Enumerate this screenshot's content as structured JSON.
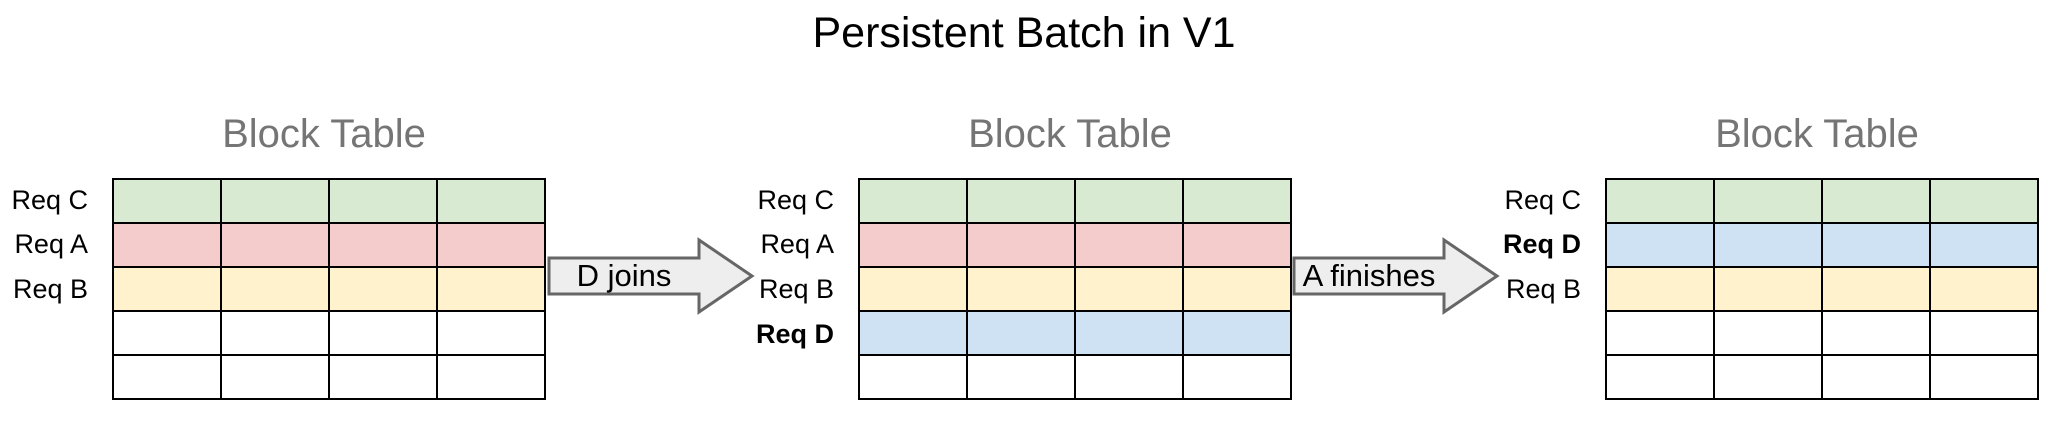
{
  "title": "Persistent Batch in V1",
  "colors": {
    "green": "#d9ead3",
    "red": "#f4cccc",
    "yellow": "#fff2cc",
    "blue": "#cfe2f3",
    "white": "#ffffff",
    "arrow_fill": "#eeeeee",
    "arrow_stroke": "#666666",
    "table_title_gray": "#757575",
    "cell_border": "#000000"
  },
  "arrows": [
    {
      "label": "D joins"
    },
    {
      "label": "A finishes"
    }
  ],
  "tables": [
    {
      "title": "Block Table",
      "columns": 4,
      "rows": [
        {
          "label": "Req C",
          "bold": false,
          "color": "green"
        },
        {
          "label": "Req A",
          "bold": false,
          "color": "red"
        },
        {
          "label": "Req B",
          "bold": false,
          "color": "yellow"
        },
        {
          "label": "",
          "bold": false,
          "color": "white"
        },
        {
          "label": "",
          "bold": false,
          "color": "white"
        }
      ]
    },
    {
      "title": "Block Table",
      "columns": 4,
      "rows": [
        {
          "label": "Req C",
          "bold": false,
          "color": "green"
        },
        {
          "label": "Req A",
          "bold": false,
          "color": "red"
        },
        {
          "label": "Req B",
          "bold": false,
          "color": "yellow"
        },
        {
          "label": "Req D",
          "bold": true,
          "color": "blue"
        },
        {
          "label": "",
          "bold": false,
          "color": "white"
        }
      ]
    },
    {
      "title": "Block Table",
      "columns": 4,
      "rows": [
        {
          "label": "Req C",
          "bold": false,
          "color": "green"
        },
        {
          "label": "Req D",
          "bold": true,
          "color": "blue"
        },
        {
          "label": "Req B",
          "bold": false,
          "color": "yellow"
        },
        {
          "label": "",
          "bold": false,
          "color": "white"
        },
        {
          "label": "",
          "bold": false,
          "color": "white"
        }
      ]
    }
  ]
}
